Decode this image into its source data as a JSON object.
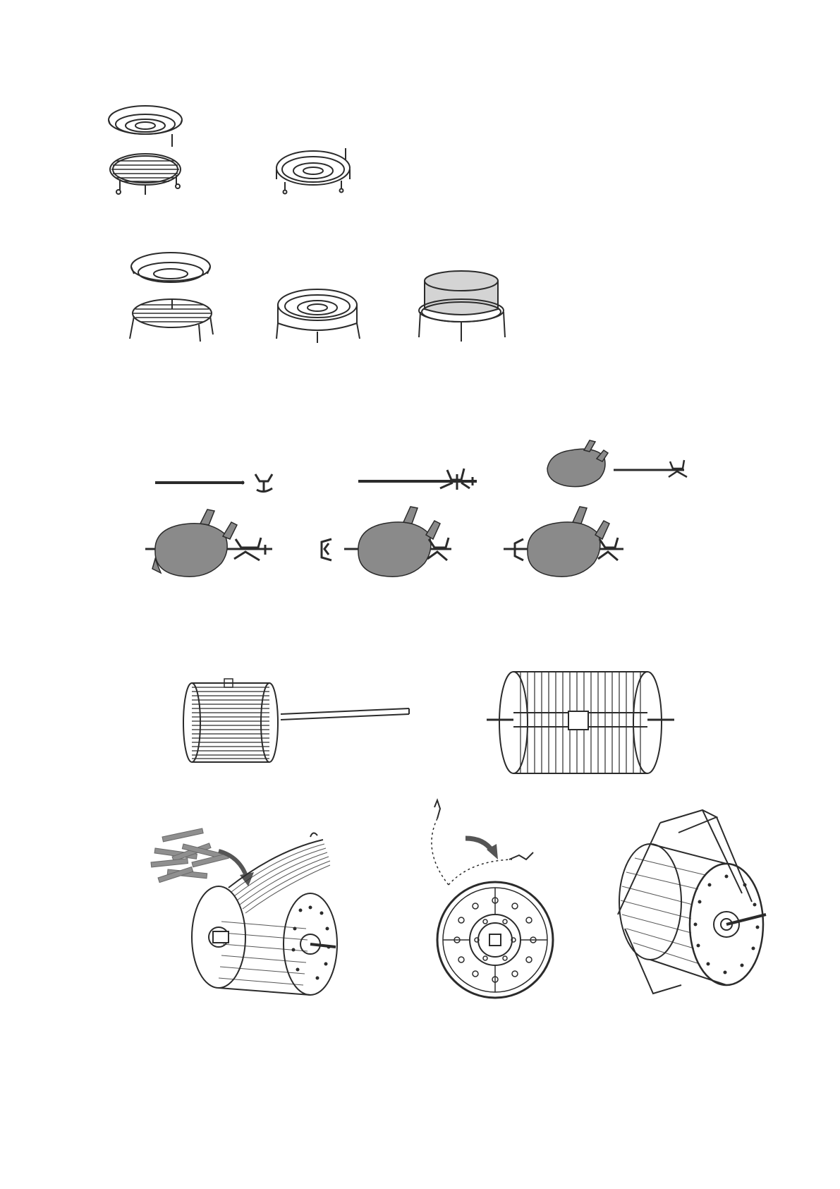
{
  "page": {
    "background": "#ffffff"
  },
  "colors": {
    "line": "#2b2b2b",
    "meat": "#8a8a8a",
    "cake_fill": "#d4d4d4",
    "fries": "#8f8f8f",
    "arrow": "#555555"
  },
  "figures": [
    {
      "name": "tray-and-low-rack-exploded",
      "icon": "baking-tray-on-rack-icon"
    },
    {
      "name": "tray-on-low-rack-assembled",
      "icon": "baking-tray-icon"
    },
    {
      "name": "tray-and-high-rack-exploded",
      "icon": "baking-tray-on-rack-icon"
    },
    {
      "name": "tray-on-high-rack-assembled",
      "icon": "baking-tray-icon"
    },
    {
      "name": "cake-pan-on-high-rack",
      "icon": "cake-pan-icon"
    },
    {
      "name": "rotisserie-spit-and-fork",
      "icon": "rotisserie-spit-icon"
    },
    {
      "name": "rotisserie-fork-on-spit",
      "icon": "rotisserie-fork-icon"
    },
    {
      "name": "chicken-ready-for-spit",
      "icon": "chicken-icon"
    },
    {
      "name": "chicken-on-spit-step-1",
      "icon": "chicken-icon"
    },
    {
      "name": "chicken-on-spit-step-2",
      "icon": "chicken-icon"
    },
    {
      "name": "chicken-on-spit-step-3",
      "icon": "chicken-icon"
    },
    {
      "name": "rotisserie-basket-and-shaft",
      "icon": "rotisserie-basket-icon"
    },
    {
      "name": "rotisserie-basket-assembled",
      "icon": "rotisserie-basket-icon"
    },
    {
      "name": "basket-loading-fries",
      "icon": "fries-icon"
    },
    {
      "name": "basket-lid-latch",
      "icon": "latch-icon"
    },
    {
      "name": "basket-with-handle",
      "icon": "basket-handle-icon"
    }
  ]
}
